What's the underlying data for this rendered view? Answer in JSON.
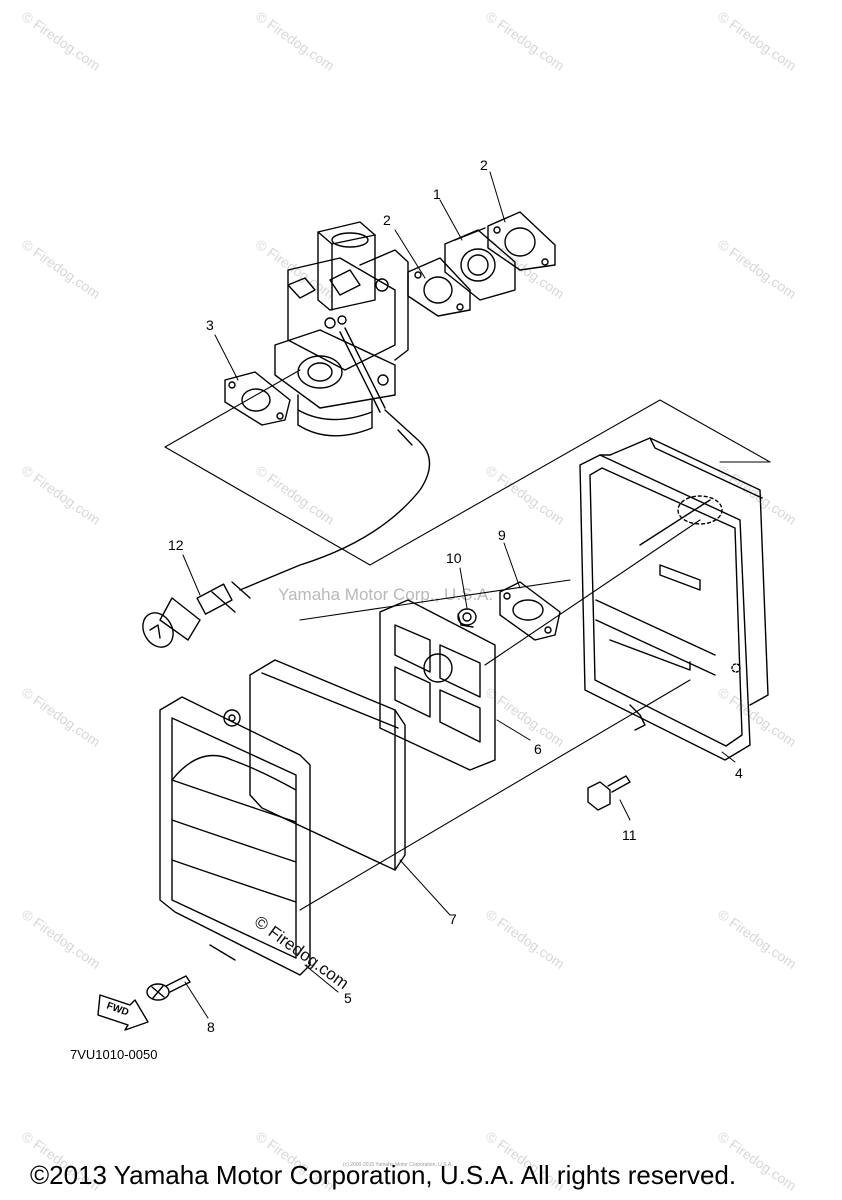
{
  "watermark": "© Firedog.com",
  "center_watermark": "Yamaha Motor Corp., U.S.A.",
  "logo_watermark": "© Firedog.com",
  "callouts": {
    "c1": "1",
    "c2a": "2",
    "c2b": "2",
    "c3": "3",
    "c4": "4",
    "c5": "5",
    "c6": "6",
    "c7": "7",
    "c8": "8",
    "c9": "9",
    "c10": "10",
    "c11": "11",
    "c12": "12"
  },
  "fwd_label": "FWD",
  "diagram_code": "7VU1010-0050",
  "tiny_print": "(c) 2000-2015 Yamaha Motor Corporation, U.S.A.",
  "footer": "©2013 Yamaha Motor Corporation, U.S.A. All rights reserved."
}
